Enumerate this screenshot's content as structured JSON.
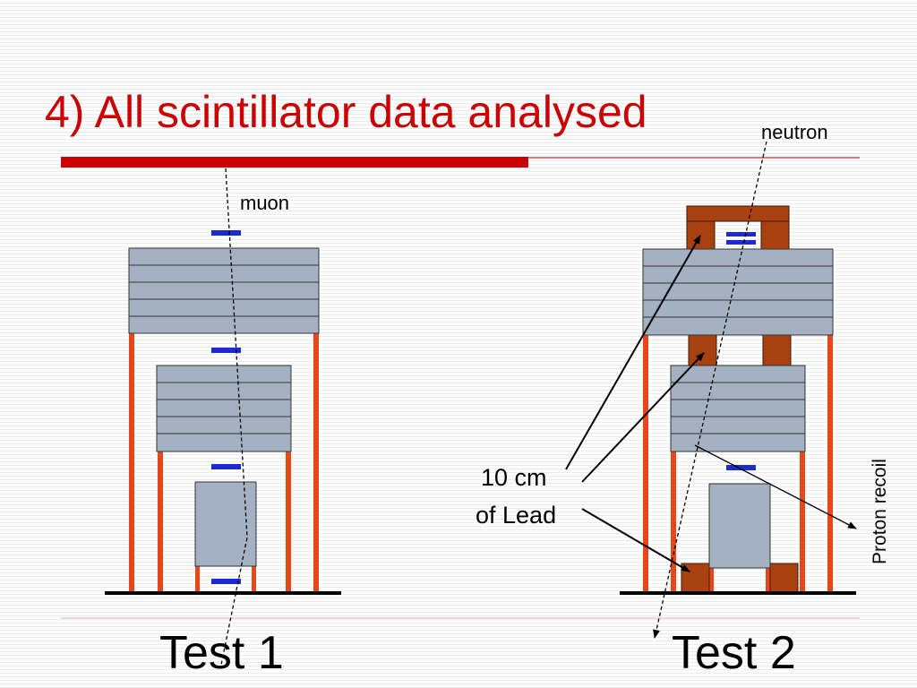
{
  "slide": {
    "title": "4) All scintillator data analysed"
  },
  "labels": {
    "muon": "muon",
    "neutron": "neutron",
    "lead_line1": "10 cm",
    "lead_line2": "of Lead",
    "proton_recoil": "Proton recoil",
    "test1": "Test 1",
    "test2": "Test 2"
  },
  "colors": {
    "title": "#cc0000",
    "accent_bar": "#cc0000",
    "scintillator_fill": "#a3b1c2",
    "support_leg": "#e8471c",
    "lead_block": "#a8400f",
    "detector_marker": "#1d2cd0",
    "ground_line": "#000000"
  }
}
